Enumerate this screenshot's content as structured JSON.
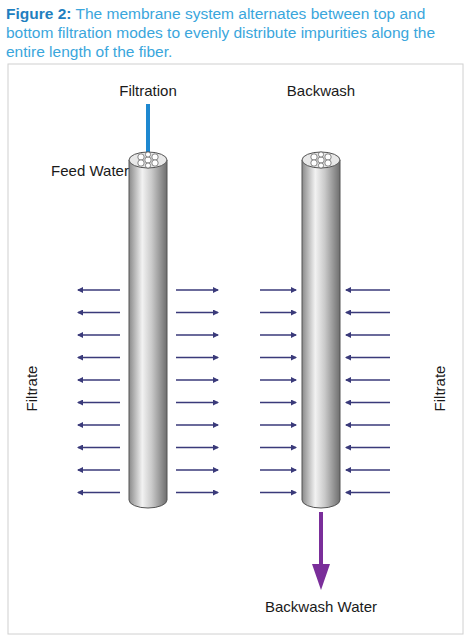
{
  "diagram": {
    "title": "Figure 2:",
    "caption": "The membrane system alternates between top and bottom filtration modes to evenly distribute impurities along the entire length of the fiber.",
    "labels": [
      "Filtration",
      "Backwash",
      "Feed Water",
      "Filtrate",
      "Filtrate",
      "Backwash Water"
    ]
  }
}
